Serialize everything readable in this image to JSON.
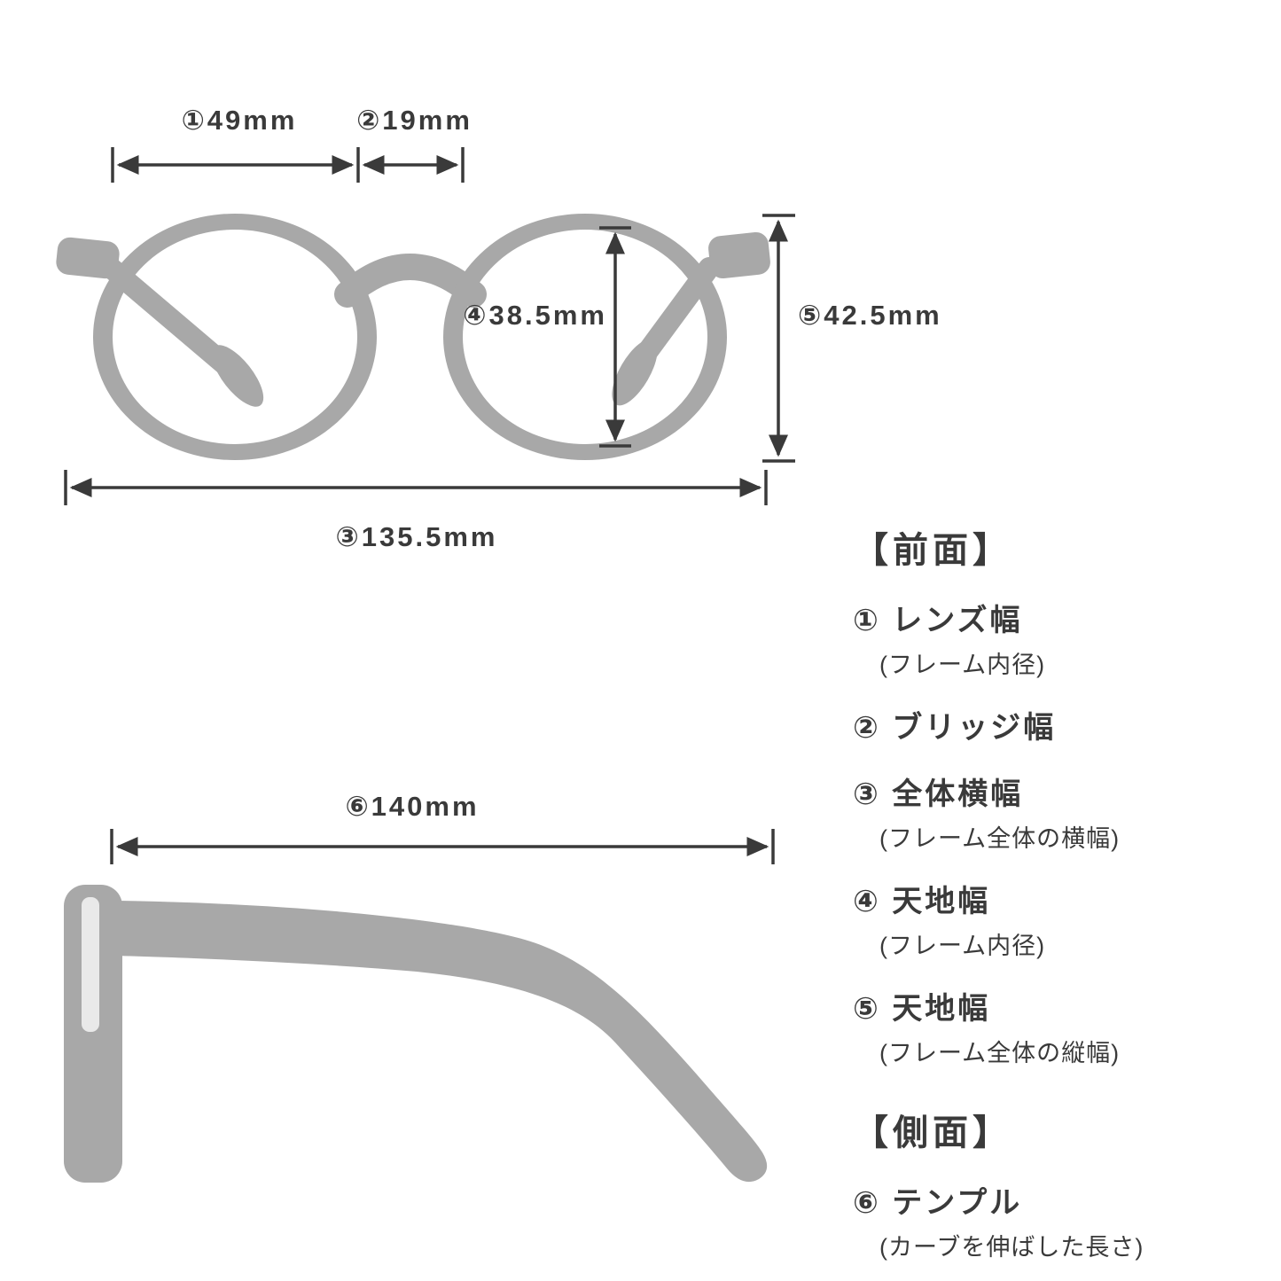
{
  "page": {
    "background_color": "#ffffff",
    "line_color": "#3a3a3a",
    "silhouette_color": "#a8a8a8"
  },
  "front_view": {
    "dims": {
      "lens_width": "①49mm",
      "bridge_width": "②19mm",
      "total_width": "③135.5mm",
      "lens_height": "④38.5mm",
      "frame_height": "⑤42.5mm"
    }
  },
  "side_view": {
    "dims": {
      "temple_length": "⑥140mm"
    }
  },
  "legend": {
    "front_heading": "【前面】",
    "front_items": [
      {
        "label": "① レンズ幅",
        "note": "(フレーム内径)"
      },
      {
        "label": "② ブリッジ幅",
        "note": ""
      },
      {
        "label": "③ 全体横幅",
        "note": "(フレーム全体の横幅)"
      },
      {
        "label": "④ 天地幅",
        "note": "(フレーム内径)"
      },
      {
        "label": "⑤ 天地幅",
        "note": "(フレーム全体の縦幅)"
      }
    ],
    "side_heading": "【側面】",
    "side_items": [
      {
        "label": "⑥ テンプル",
        "note": "(カーブを伸ばした長さ)"
      }
    ]
  }
}
